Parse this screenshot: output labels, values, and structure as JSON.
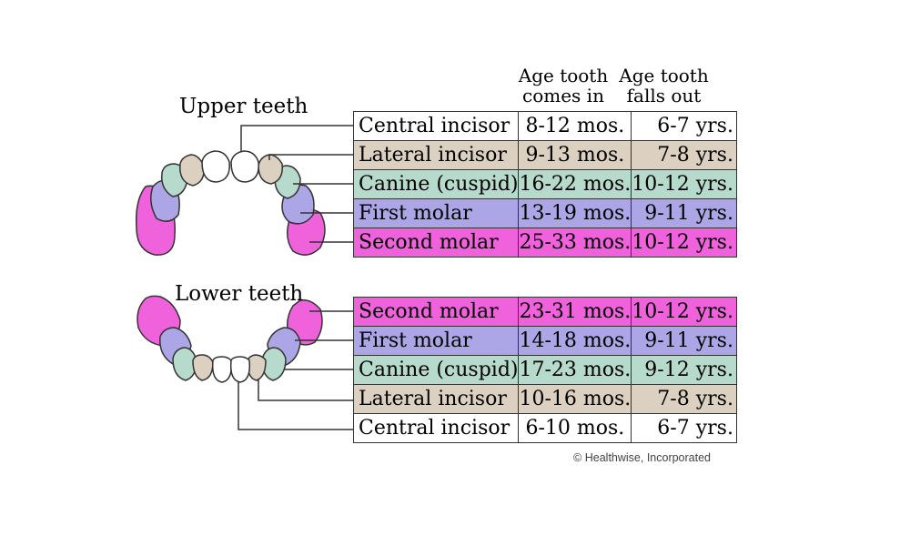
{
  "upper": {
    "title": "Upper teeth",
    "rows": [
      {
        "name": "Central incisor",
        "comes_in": "8-12 mos.",
        "falls_out": "6-7 yrs.",
        "color": "#ffffff"
      },
      {
        "name": "Lateral incisor",
        "comes_in": "9-13 mos.",
        "falls_out": "7-8 yrs.",
        "color": "#dcd1c0"
      },
      {
        "name": "Canine (cuspid)",
        "comes_in": "16-22 mos.",
        "falls_out": "10-12 yrs.",
        "color": "#b6dacc"
      },
      {
        "name": "First molar",
        "comes_in": "13-19 mos.",
        "falls_out": "9-11 yrs.",
        "color": "#ada6e6"
      },
      {
        "name": "Second molar",
        "comes_in": "25-33 mos.",
        "falls_out": "10-12 yrs.",
        "color": "#f062dc"
      }
    ]
  },
  "lower": {
    "title": "Lower teeth",
    "rows": [
      {
        "name": "Second molar",
        "comes_in": "23-31 mos.",
        "falls_out": "10-12 yrs.",
        "color": "#f062dc"
      },
      {
        "name": "First molar",
        "comes_in": "14-18 mos.",
        "falls_out": "9-11 yrs.",
        "color": "#ada6e6"
      },
      {
        "name": "Canine (cuspid)",
        "comes_in": "17-23 mos.",
        "falls_out": "9-12 yrs.",
        "color": "#b6dacc"
      },
      {
        "name": "Lateral incisor",
        "comes_in": "10-16 mos.",
        "falls_out": "7-8 yrs.",
        "color": "#dcd1c0"
      },
      {
        "name": "Central incisor",
        "comes_in": "6-10 mos.",
        "falls_out": "6-7 yrs.",
        "color": "#ffffff"
      }
    ]
  },
  "headers": {
    "comes_in_line1": "Age tooth",
    "comes_in_line2": "comes in",
    "falls_out_line1": "Age tooth",
    "falls_out_line2": "falls out"
  },
  "copyright": "© Healthwise, Incorporated"
}
